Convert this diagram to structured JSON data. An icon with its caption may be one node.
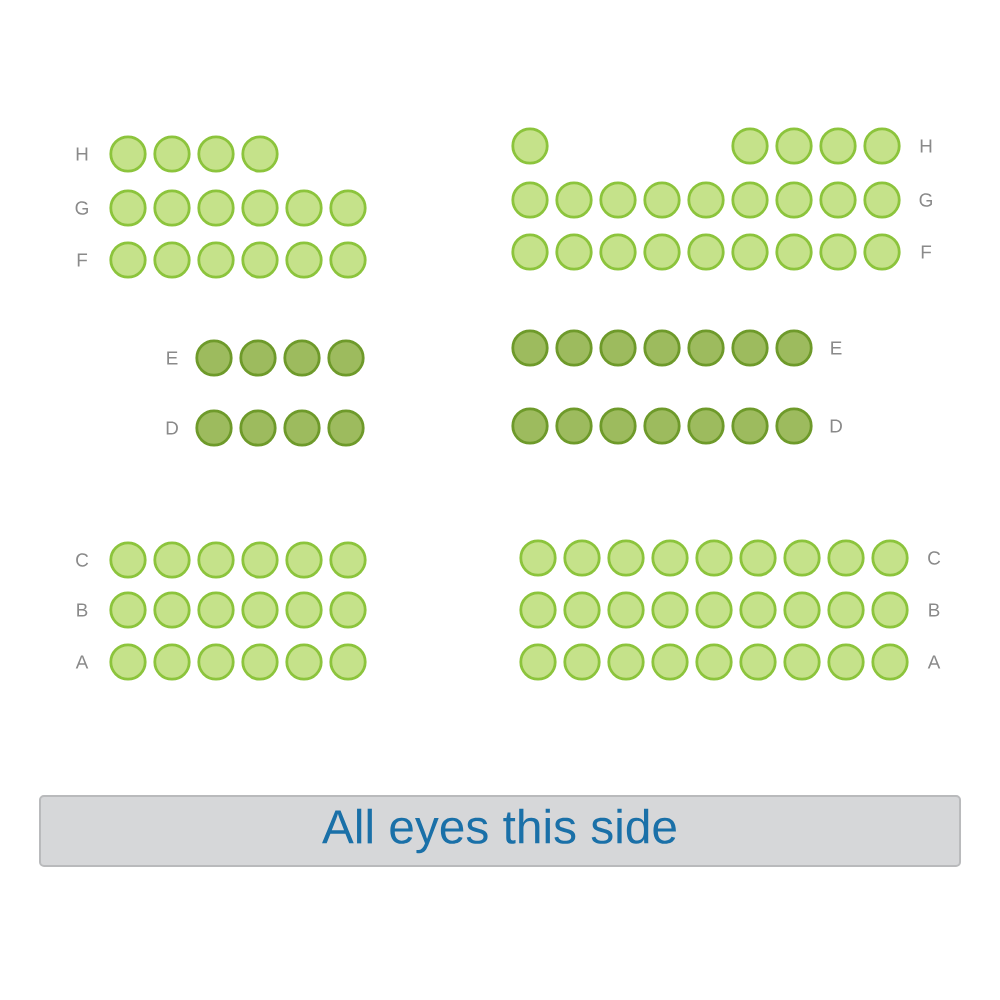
{
  "diagram": {
    "nodes": [
      {
        "text": [
          "All eyes this side"
        ]
      }
    ],
    "labels": [
      "H",
      "H",
      "G",
      "G",
      "F",
      "F",
      "E",
      "E",
      "D",
      "D",
      "C",
      "C",
      "B",
      "B",
      "A",
      "A"
    ]
  }
}
